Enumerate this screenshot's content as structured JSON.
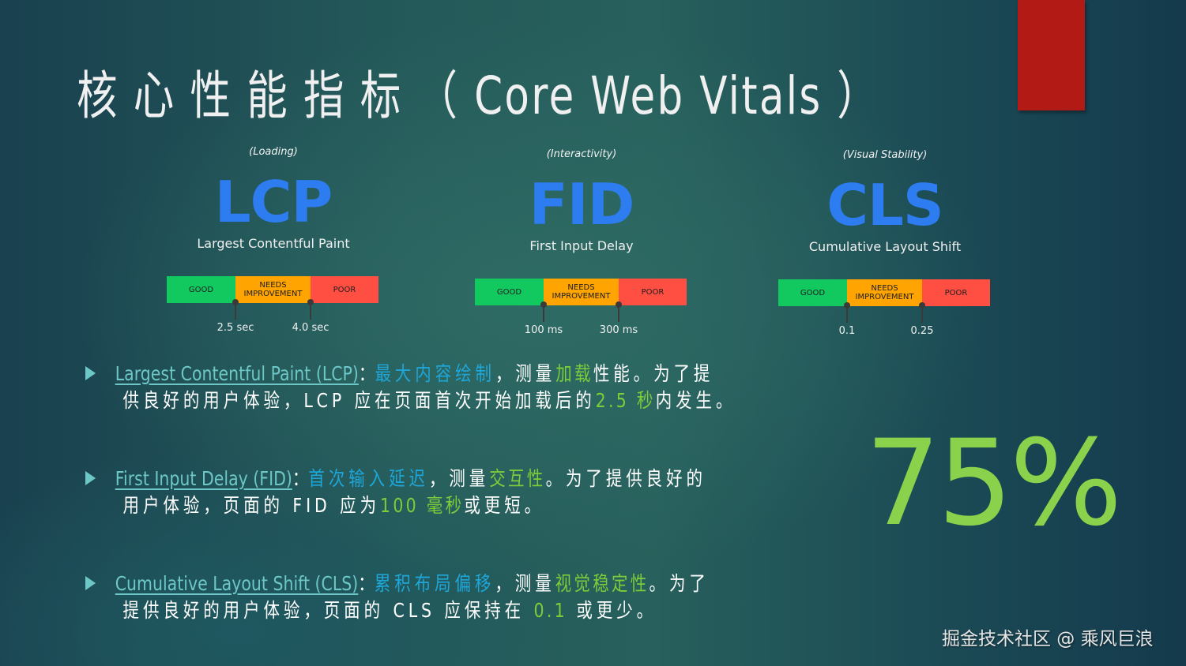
{
  "colors": {
    "background_dark": "#143a4c",
    "background_mid": "#27605c",
    "accent_red": "#b21a16",
    "metric_blue": "#2d7cf0",
    "good": "#12c95f",
    "needs_improvement": "#ffa400",
    "poor": "#ff4e42",
    "link_teal": "#6cc7c6",
    "highlight_blue": "#1ea6d9",
    "highlight_green": "#7dcc3a",
    "percent_green": "#8ad24c"
  },
  "title": {
    "cjk": "核心性能指标",
    "latin": "（ Core Web Vitals ）"
  },
  "metrics": [
    {
      "category": "(Loading)",
      "abbr": "LCP",
      "full_name": "Largest Contentful Paint",
      "bands": [
        "GOOD",
        "NEEDS IMPROVEMENT",
        "POOR"
      ],
      "thresholds": [
        "2.5 sec",
        "4.0 sec"
      ]
    },
    {
      "category": "(Interactivity)",
      "abbr": "FID",
      "full_name": "First Input Delay",
      "bands": [
        "GOOD",
        "NEEDS IMPROVEMENT",
        "POOR"
      ],
      "thresholds": [
        "100 ms",
        "300 ms"
      ]
    },
    {
      "category": "(Visual Stability)",
      "abbr": "CLS",
      "full_name": "Cumulative Layout Shift",
      "bands": [
        "GOOD",
        "NEEDS IMPROVEMENT",
        "POOR"
      ],
      "thresholds": [
        "0.1",
        "0.25"
      ]
    }
  ],
  "bands": {
    "good": "GOOD",
    "needs_line1": "NEEDS",
    "needs_line2": "IMPROVEMENT",
    "poor": "POOR"
  },
  "bullets": [
    {
      "link": "Largest Contentful Paint (LCP)",
      "colon": "：",
      "term": "最大内容绘制",
      "t1": "，测量",
      "aspect": "加载",
      "t2": "性能。为了提",
      "line2_a": "供良好的用户体验，LCP 应在页面首次开始加载后的",
      "value": "2.5 秒",
      "line2_b": "内发生。"
    },
    {
      "link": "First Input Delay (FID)",
      "colon": "：",
      "term": "首次输入延迟",
      "t1": "，测量",
      "aspect": "交互性",
      "t2": "。为了提供良好的",
      "line2_a": "用户体验，页面的 FID 应为",
      "value": "100 毫秒",
      "line2_b": "或更短。"
    },
    {
      "link": "Cumulative Layout Shift (CLS)",
      "colon": "：",
      "term": "累积布局偏移",
      "t1": "，测量",
      "aspect": "视觉稳定性",
      "t2": "。为了",
      "line2_a": "提供良好的用户体验，页面的 CLS 应保持在 ",
      "value": "0.1",
      "line2_b": " 或更少。"
    }
  ],
  "big_stat": "75%",
  "watermark": "掘金技术社区 @ 乘风巨浪"
}
